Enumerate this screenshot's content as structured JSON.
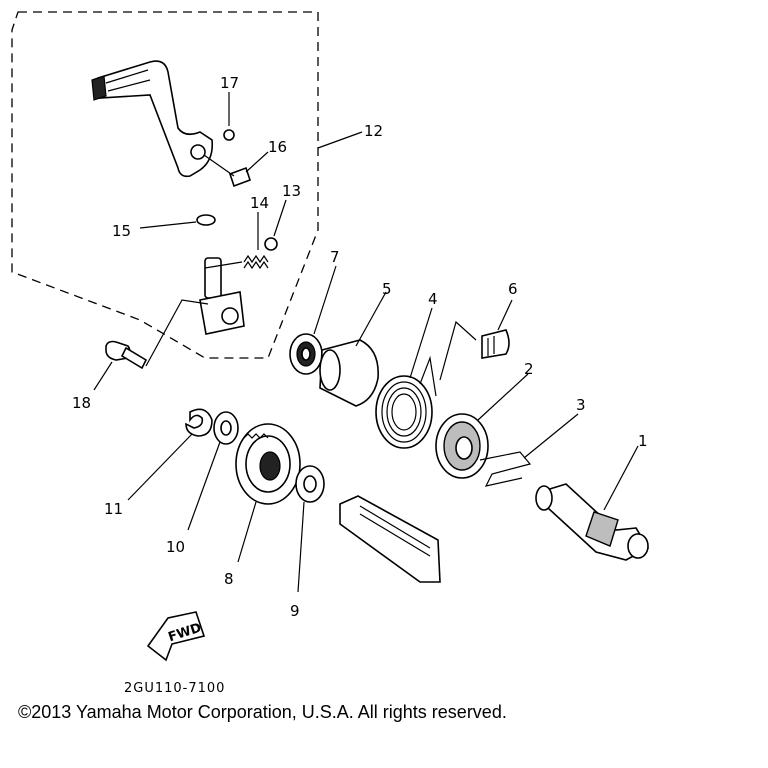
{
  "labels": {
    "p1": "1",
    "p2": "2",
    "p3": "3",
    "p4": "4",
    "p5": "5",
    "p6": "6",
    "p7": "7",
    "p8": "8",
    "p9": "9",
    "p10": "10",
    "p11": "11",
    "p12": "12",
    "p13": "13",
    "p14": "14",
    "p15": "15",
    "p16": "16",
    "p17": "17",
    "p18": "18"
  },
  "fwd_label": "FWD",
  "diagram_code": "2GU110-7100",
  "copyright": "©2013 Yamaha Motor Corporation, U.S.A. All rights reserved."
}
